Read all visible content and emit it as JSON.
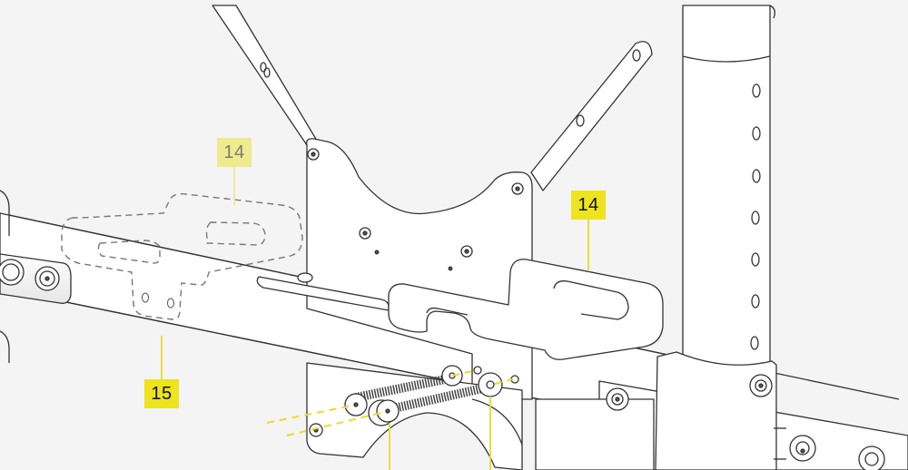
{
  "figure": {
    "type": "assembly-illustration",
    "background_color": "#f4f4f4",
    "part_color": "#ffffff",
    "line_color": "#333333",
    "accent_color": "#ede31f",
    "ghost_accent_color": "#eeeb8e"
  },
  "callouts": [
    {
      "id": "callout-14-ghost",
      "label": "14",
      "state": "previous-position"
    },
    {
      "id": "callout-14",
      "label": "14",
      "state": "current-position"
    },
    {
      "id": "callout-15",
      "label": "15",
      "state": "current-position"
    }
  ],
  "parts": {
    "bracket_14": "U-shaped hook bracket",
    "crossbar_15": "horizontal crossbar",
    "mount_plate": "VESA mount plate with V arms",
    "upright_post": "vertical post with adjustment holes",
    "hardware": "2 long screws with washers"
  }
}
